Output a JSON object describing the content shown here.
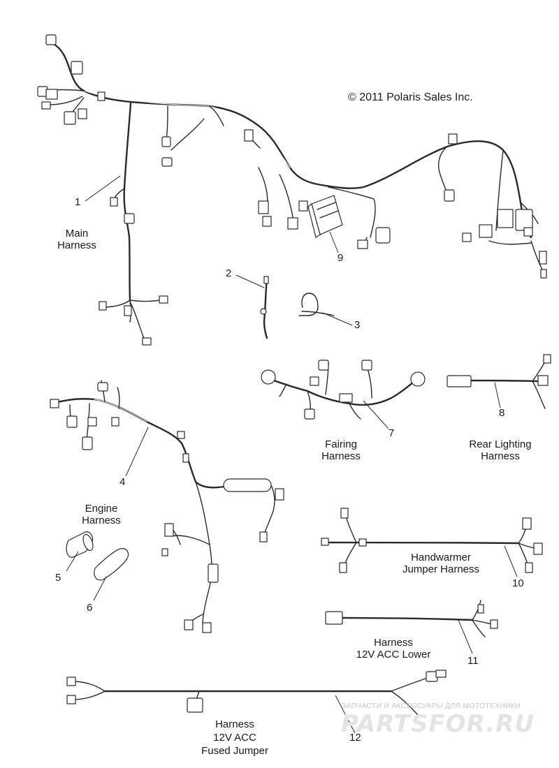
{
  "copyright": "© 2011 Polaris Sales Inc.",
  "parts": [
    {
      "num": "1",
      "label": "Main\nHarness"
    },
    {
      "num": "2",
      "label": ""
    },
    {
      "num": "3",
      "label": ""
    },
    {
      "num": "4",
      "label": "Engine\nHarness"
    },
    {
      "num": "5",
      "label": ""
    },
    {
      "num": "6",
      "label": ""
    },
    {
      "num": "7",
      "label": "Fairing\nHarness"
    },
    {
      "num": "8",
      "label": "Rear Lighting\nHarness"
    },
    {
      "num": "9",
      "label": ""
    },
    {
      "num": "10",
      "label": "Handwarmer\nJumper Harness"
    },
    {
      "num": "11",
      "label": "Harness\n12V ACC Lower"
    },
    {
      "num": "12",
      "label": "Harness\n12V ACC\nFused Jumper"
    }
  ],
  "watermark": {
    "tagline": "ЗАПЧАСТИ И АКСЕССУАРЫ ДЛЯ МОТОТЕХНИКИ",
    "logo": "PARTSFOR.RU"
  }
}
